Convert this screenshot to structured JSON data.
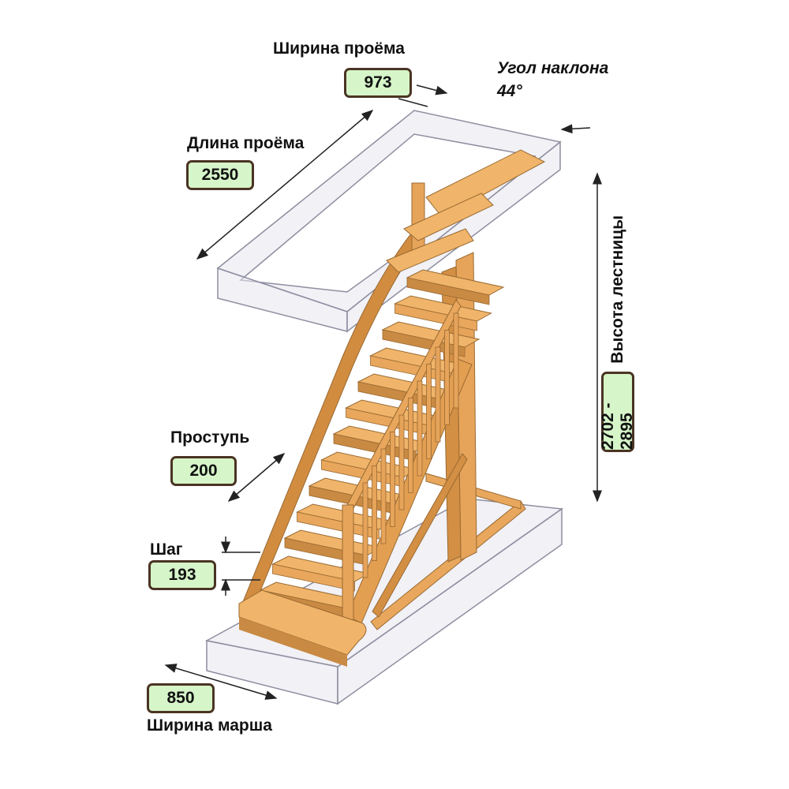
{
  "labels": {
    "opening_width": {
      "title": "Ширина проёма",
      "value": "973"
    },
    "slope_angle": {
      "title": "Угол наклона",
      "value": "44°"
    },
    "opening_length": {
      "title": "Длина проёма",
      "value": "2550"
    },
    "stair_height": {
      "title": "Высота лестницы",
      "value": "2702 - 2895"
    },
    "tread": {
      "title": "Проступь",
      "value": "200"
    },
    "step": {
      "title": "Шаг",
      "value": "193"
    },
    "flight_width": {
      "title": "Ширина марша",
      "value": "850"
    }
  },
  "colors": {
    "badge_fill": "#d6f5c9",
    "badge_border": "#4a3423",
    "wood": "#e8a75c",
    "wood_dark": "#c98a43",
    "glass_outline": "#8e8ea0",
    "text": "#111111"
  }
}
